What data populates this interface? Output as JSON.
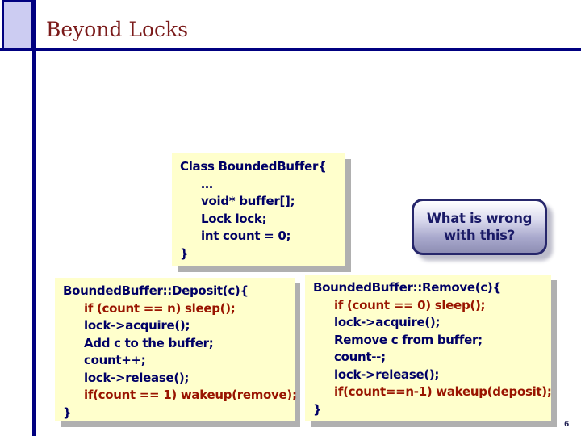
{
  "slide": {
    "title": "Beyond Locks",
    "page_number": "6",
    "colors": {
      "accent_navy": "#000080",
      "title_red": "#7b1b1b",
      "code_navy": "#000066",
      "code_red": "#991400",
      "code_box_background": "#ffffcc",
      "corner_rect_fill": "#ccccf2",
      "callout_border": "#26266b",
      "callout_gradient_top": "#ffffff",
      "callout_gradient_bottom": "#8e8eb4"
    },
    "class_box": {
      "lines": [
        {
          "text": "Class BoundedBuffer{",
          "indent": 0,
          "color": "navy"
        },
        {
          "text": "…",
          "indent": 1,
          "color": "navy"
        },
        {
          "text": "void* buffer[];",
          "indent": 1,
          "color": "navy"
        },
        {
          "text": "Lock lock;",
          "indent": 1,
          "color": "navy"
        },
        {
          "text": "int count = 0;",
          "indent": 1,
          "color": "navy"
        },
        {
          "text": "}",
          "indent": 0,
          "color": "navy"
        }
      ]
    },
    "callout": {
      "line1": "What is wrong",
      "line2": "with this?"
    },
    "deposit_box": {
      "lines": [
        {
          "text": "BoundedBuffer::Deposit(c){",
          "indent": 0,
          "color": "navy"
        },
        {
          "text": "if (count == n) sleep();",
          "indent": 1,
          "color": "red"
        },
        {
          "text": "lock->acquire();",
          "indent": 1,
          "color": "navy"
        },
        {
          "text": "Add c to the buffer;",
          "indent": 1,
          "color": "navy"
        },
        {
          "text": "count++;",
          "indent": 1,
          "color": "navy"
        },
        {
          "text": "lock->release();",
          "indent": 1,
          "color": "navy"
        },
        {
          "text": "if(count == 1) wakeup(remove);",
          "indent": 1,
          "color": "red"
        },
        {
          "text": "}",
          "indent": 0,
          "color": "navy"
        }
      ]
    },
    "remove_box": {
      "lines": [
        {
          "text": "BoundedBuffer::Remove(c){",
          "indent": 0,
          "color": "navy"
        },
        {
          "text": "if (count == 0) sleep();",
          "indent": 1,
          "color": "red"
        },
        {
          "text": "lock->acquire();",
          "indent": 1,
          "color": "navy"
        },
        {
          "text": "Remove c from buffer;",
          "indent": 1,
          "color": "navy"
        },
        {
          "text": "count--;",
          "indent": 1,
          "color": "navy"
        },
        {
          "text": "lock->release();",
          "indent": 1,
          "color": "navy"
        },
        {
          "text": "if(count==n-1) wakeup(deposit);",
          "indent": 1,
          "color": "red"
        },
        {
          "text": "}",
          "indent": 0,
          "color": "navy"
        }
      ]
    }
  }
}
